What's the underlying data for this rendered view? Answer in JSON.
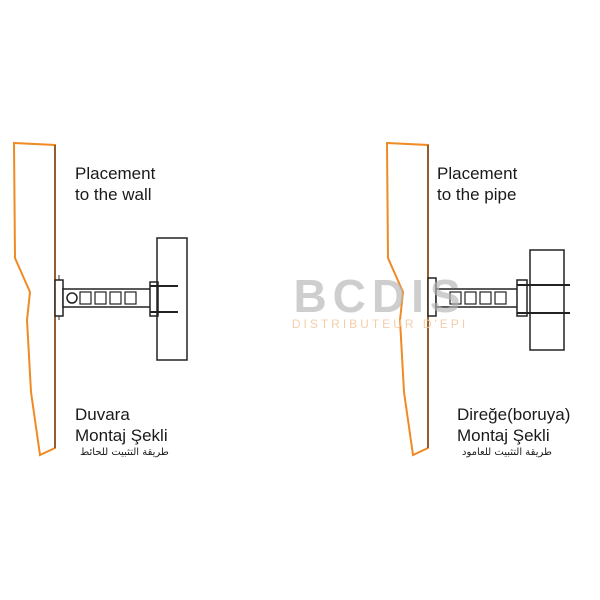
{
  "left": {
    "title_line1": "Placement",
    "title_line2": "to the wall",
    "turkish_line1": "Duvara",
    "turkish_line2": "Montaj Şekli",
    "arabic": "طريقة التثبيت للحائط"
  },
  "right": {
    "title_line1": "Placement",
    "title_line2": "to the pipe",
    "turkish_line1": "Direğe(boruya)",
    "turkish_line2": "Montaj Şekli",
    "arabic": "طريقة التثبيت للعامود"
  },
  "watermark": {
    "brand": "BCDIS",
    "tagline": "DISTRIBUTEUR D'EPI"
  },
  "colors": {
    "mirror_outline": "#f08a24",
    "line": "#222222",
    "watermark": "#b5b5b5",
    "watermark_sub": "#f3c9a3"
  }
}
